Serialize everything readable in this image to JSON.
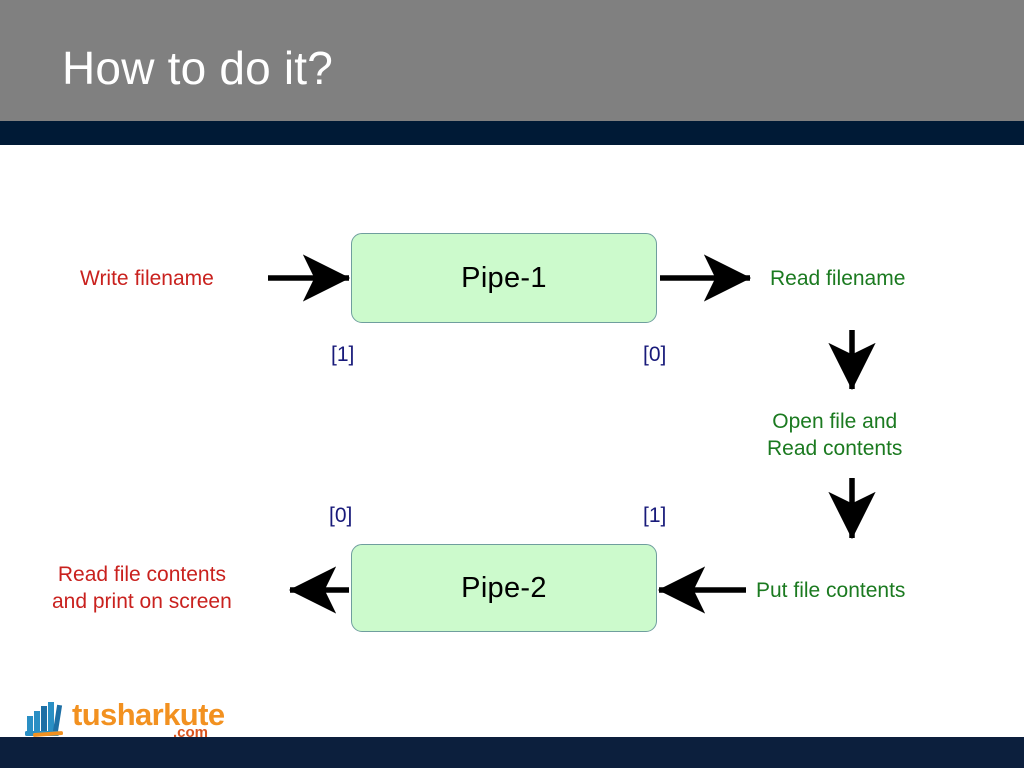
{
  "slide": {
    "title": "How to do it?",
    "header_bg": "#808080",
    "header_rule": "#001a36",
    "footer_bg": "#0c1f3d",
    "background": "#ffffff"
  },
  "diagram": {
    "boxes": [
      {
        "id": "pipe-1",
        "label": "Pipe-1",
        "fill": "#ccfacc",
        "stroke": "#6f9e9e"
      },
      {
        "id": "pipe-2",
        "label": "Pipe-2",
        "fill": "#ccfacc",
        "stroke": "#6f9e9e"
      }
    ],
    "port_labels": {
      "pipe1_write": "[1]",
      "pipe1_read": "[0]",
      "pipe2_read": "[0]",
      "pipe2_write": "[1]",
      "color": "#181a7a"
    },
    "labels": {
      "write_filename": "Write filename",
      "read_filename": "Read filename",
      "open_file_line1": "Open file and",
      "open_file_line2": "Read contents",
      "put_file_contents": "Put file contents",
      "read_contents_line1": "Read file contents",
      "read_contents_line2": "and print on screen"
    },
    "label_colors": {
      "parent_process": "#c9211e",
      "child_process": "#1b7a20"
    },
    "arrows": [
      {
        "name": "write-filename-to-pipe1",
        "direction": "right"
      },
      {
        "name": "pipe1-to-read-filename",
        "direction": "right"
      },
      {
        "name": "read-filename-to-open-file",
        "direction": "down"
      },
      {
        "name": "open-file-to-put-contents",
        "direction": "down"
      },
      {
        "name": "put-contents-to-pipe2",
        "direction": "left"
      },
      {
        "name": "pipe2-to-read-print",
        "direction": "left"
      }
    ]
  },
  "footer": {
    "logo_word": "tusharkute",
    "logo_tld": ".com",
    "logo_word_color": "#f29120",
    "logo_tld_color": "#d9541e",
    "logo_icon_color": "#2a8fc4"
  }
}
